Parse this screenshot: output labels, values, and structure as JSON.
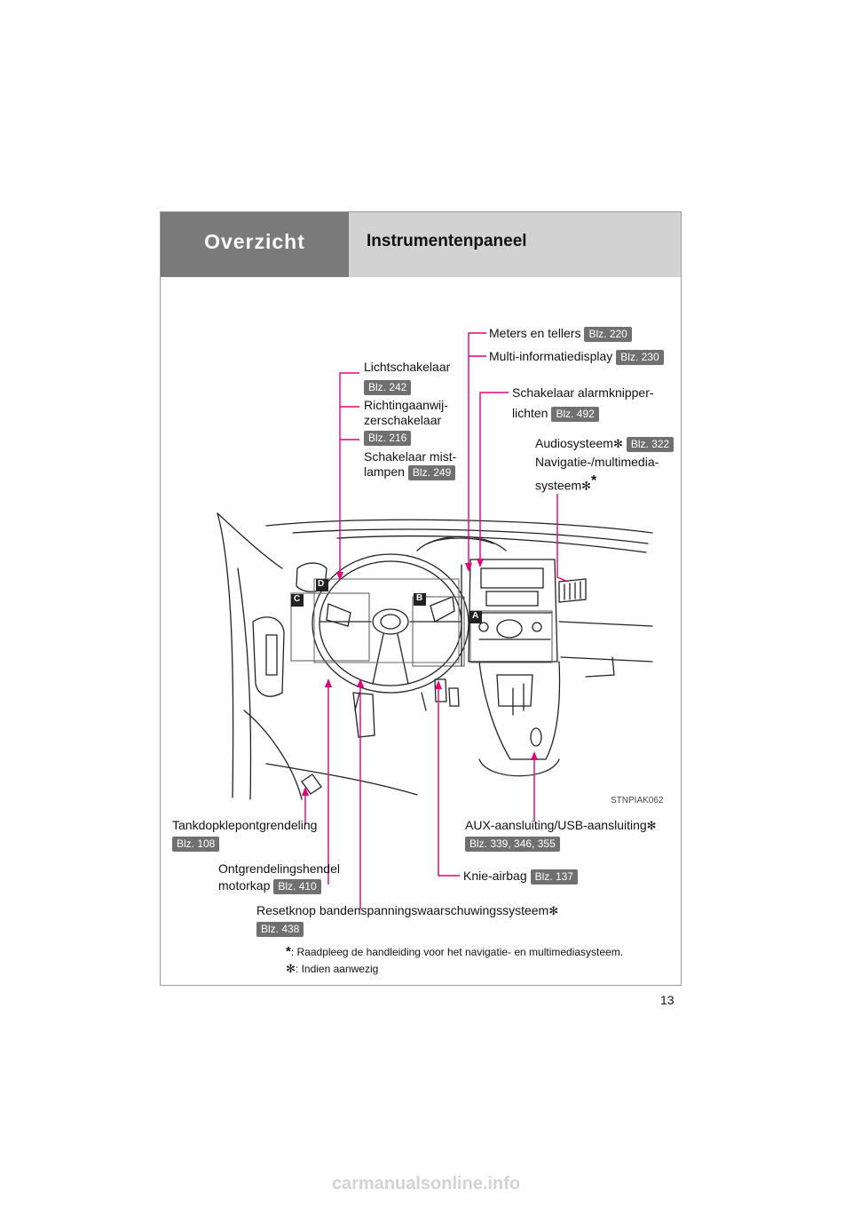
{
  "header": {
    "section": "Overzicht",
    "title": "Instrumentenpaneel"
  },
  "labels": {
    "meters": {
      "text": "Meters en tellers",
      "page": "Blz. 220"
    },
    "multi": {
      "text": "Multi-informatiedisplay",
      "page": "Blz. 230"
    },
    "licht": {
      "text": "Lichtschakelaar",
      "page": "Blz. 242"
    },
    "richting": {
      "line1": "Richtingaanwij-",
      "line2": "zerschakelaar",
      "page": "Blz. 216"
    },
    "mist": {
      "line1": "Schakelaar mist-",
      "line2": "lampen",
      "page": "Blz. 249"
    },
    "alarm": {
      "line1": "Schakelaar alarmknipper-",
      "line2": "lichten",
      "page": "Blz. 492"
    },
    "audio": {
      "line1": "Audiosysteem",
      "line2": "Navigatie-/multimedia-",
      "line3": "systeem",
      "page": "Blz. 322"
    },
    "tank": {
      "text": "Tankdopklepontgrendeling",
      "page": "Blz. 108"
    },
    "motorkap": {
      "line1": "Ontgrendelingshendel",
      "line2": "motorkap",
      "page": "Blz. 410"
    },
    "reset": {
      "text": "Resetknop bandenspanningswaarschuwingssysteem",
      "page": "Blz. 438"
    },
    "aux": {
      "text": "AUX-aansluiting/USB-aansluiting",
      "page": "Blz. 339, 346, 355"
    },
    "knie": {
      "text": "Knie-airbag",
      "page": "Blz. 137"
    }
  },
  "markers": {
    "a": "A",
    "b": "B",
    "c": "C",
    "d": "D"
  },
  "image_code": "STNPIAK062",
  "symbols": {
    "star": "✻",
    "asterisk": "*"
  },
  "footnotes": {
    "nav": ": Raadpleeg de handleiding voor het navigatie- en multimediasysteem.",
    "optional": ": Indien aanwezig"
  },
  "page_number": "13",
  "watermark": "carmanualsonline.info",
  "colors": {
    "leader": "#e0007a",
    "header_dark": "#7a7a7a",
    "header_light": "#d2d2d2",
    "badge": "#707070"
  }
}
